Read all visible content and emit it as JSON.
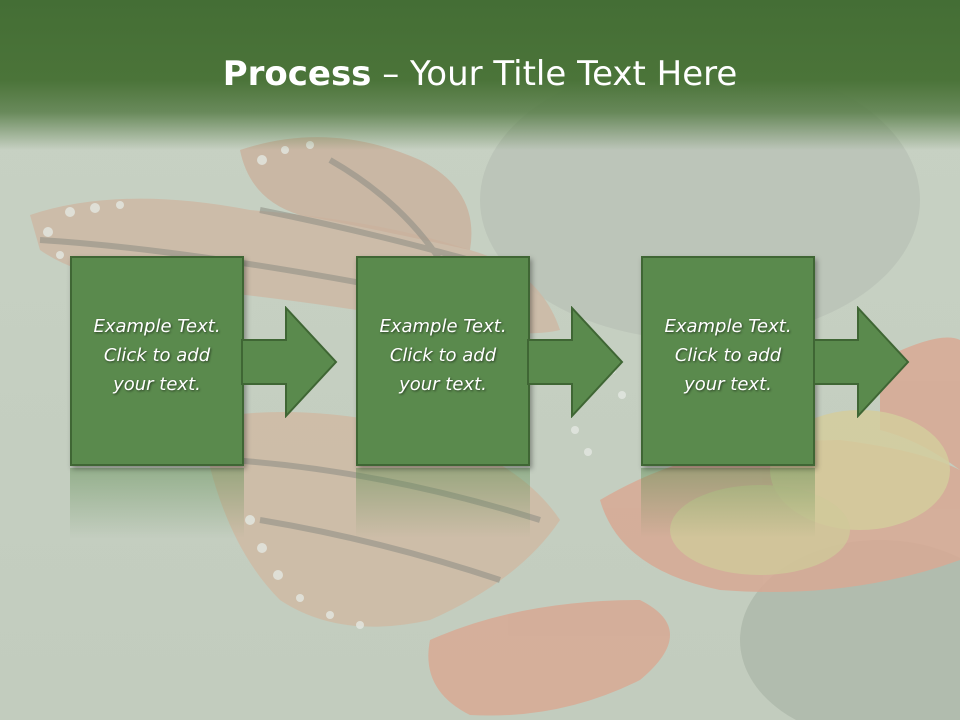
{
  "slide": {
    "title_bold": "Process",
    "title_rest": " – Your Title Text Here"
  },
  "steps": [
    {
      "text": "Example Text.\nClick  to add\nyour text."
    },
    {
      "text": "Example Text.\nClick  to add\nyour text."
    },
    {
      "text": "Example Text.\nClick  to add\nyour text."
    }
  ],
  "colors": {
    "title_bar": "#446e35",
    "box_fill": "#5a8a4d",
    "box_border": "#3f6634",
    "text": "#ffffff"
  },
  "background_image": "monarch-butterfly-on-orange-flower"
}
